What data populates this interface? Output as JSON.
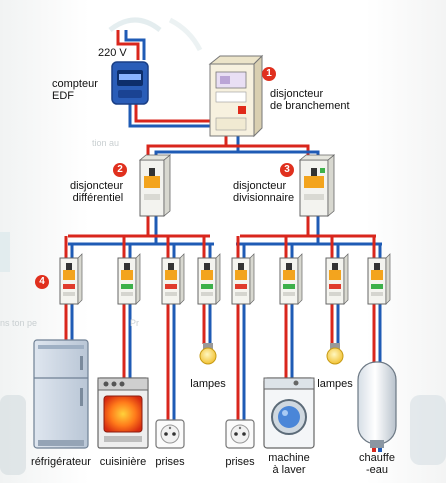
{
  "meter": {
    "voltage": "220 V",
    "label_line1": "compteur",
    "label_line2": "EDF"
  },
  "callouts": [
    {
      "number": "1",
      "line1": "disjoncteur",
      "line2": "de branchement"
    },
    {
      "number": "2",
      "line1": "disjoncteur",
      "line2": "différentiel"
    },
    {
      "number": "3",
      "line1": "disjoncteur",
      "line2": "divisionnaire"
    },
    {
      "number": "4"
    }
  ],
  "appliances": {
    "fridge": "réfrigérateur",
    "cooker": "cuisinière",
    "sockets_left": "prises",
    "lamps_left": "lampes",
    "sockets_right": "prises",
    "washer_line1": "machine",
    "washer_line2": "à laver",
    "lamps_right": "lampes",
    "heater_line1": "chauffe",
    "heater_line2": "-eau"
  },
  "colors": {
    "phase": "#d9261c",
    "neutral": "#1f5bb5",
    "badge": "#e0301e"
  }
}
